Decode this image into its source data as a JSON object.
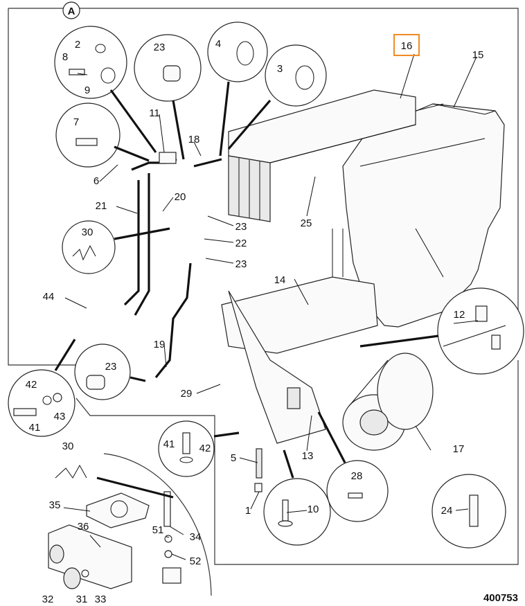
{
  "section_marker": "A",
  "drawing_number": "400753",
  "highlight_color": "#f08a24",
  "highlighted_callout": "16",
  "callouts": {
    "c1": "1",
    "c2": "2",
    "c3": "3",
    "c4": "4",
    "c5": "5",
    "c6": "6",
    "c7": "7",
    "c8": "8",
    "c9": "9",
    "c10": "10",
    "c11": "11",
    "c12": "12",
    "c13": "13",
    "c14": "14",
    "c15": "15",
    "c16": "16",
    "c17": "17",
    "c18": "18",
    "c19": "19",
    "c20": "20",
    "c21": "21",
    "c22": "22",
    "c23": "23",
    "c24": "24",
    "c25": "25",
    "c28": "28",
    "c29": "29",
    "c30": "30",
    "c31": "31",
    "c32": "32",
    "c33": "33",
    "c34": "34",
    "c35": "35",
    "c36": "36",
    "c41": "41",
    "c42": "42",
    "c43": "43",
    "c44": "44",
    "c51": "51",
    "c52": "52"
  }
}
